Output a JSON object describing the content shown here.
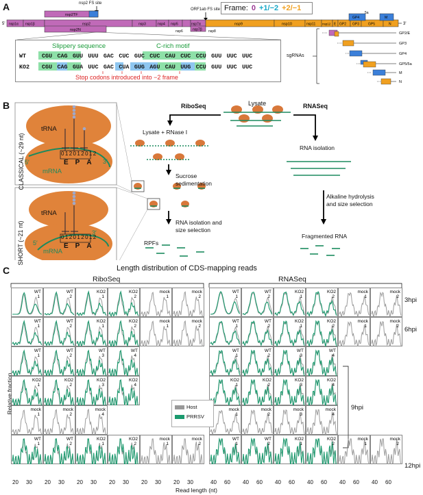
{
  "panels": {
    "a": "A",
    "b": "B",
    "c": "C"
  },
  "genome": {
    "nsp2_fs_site": "nsp2 FS site",
    "orf1ab_fs_site": "ORF1ab FS site",
    "five_prime": "5'",
    "three_prime": "3'",
    "frame_label": "Frame:",
    "frame0": "0",
    "frame1": "+1/−2",
    "frame2": "+2/−1",
    "colors": {
      "frame0": "#c06ab8",
      "frame1": "#3b7fd9",
      "frame2": "#f0a020"
    },
    "genes_top": [
      {
        "label": "nsp2TF"
      },
      {
        "label": "GP4"
      },
      {
        "label": "5a"
      },
      {
        "label": "M"
      }
    ],
    "genes_mid": [
      {
        "label": "nsp1α"
      },
      {
        "label": "nsp1β"
      },
      {
        "label": "nsp2"
      },
      {
        "label": "nsp3"
      },
      {
        "label": "nsp4"
      },
      {
        "label": "nsp5"
      },
      {
        "label": "nsp7α"
      },
      {
        "label": "nsp9"
      },
      {
        "label": "nsp10"
      },
      {
        "label": "nsp11"
      },
      {
        "label": "nsp12"
      },
      {
        "label": "E"
      },
      {
        "label": "GP2"
      },
      {
        "label": "GP3"
      },
      {
        "label": "GP5"
      },
      {
        "label": "N"
      }
    ],
    "genes_bot": [
      {
        "label": "nsp2N"
      },
      {
        "label": "nsp6"
      },
      {
        "label": "nsp7β"
      },
      {
        "label": "nsp8"
      }
    ],
    "sgrna_title": "sgRNAs",
    "sgrnas": [
      "GP2/E",
      "GP3",
      "GP4",
      "GP5/5a",
      "M",
      "N"
    ]
  },
  "inset": {
    "slippery": "Slippery sequence",
    "crich": "C-rich motif",
    "wt_label": "WT",
    "ko2_label": "KO2",
    "wt_seq": [
      "CGU",
      "CAG",
      "GUU",
      "UUU",
      "GAC",
      "CUC",
      "GUC",
      "CUC",
      "CAU",
      "CUC",
      "CCU",
      "GUU",
      "UUC",
      "UUC"
    ],
    "ko2_seq": [
      "CGU",
      "CAG",
      "GUA",
      "UUC",
      "GAC",
      "CUA",
      "GUG",
      "AGU",
      "CAU",
      "UUG",
      "CCU",
      "GUU",
      "UUC",
      "UUC"
    ],
    "stop_note": "Stop codons introduced into −2 frame"
  },
  "schematic": {
    "classical": "CLASSICAL (~29 nt)",
    "short": "SHORT (~21 nt)",
    "trna": "tRNA",
    "mrna": "mRNA",
    "five": "5′",
    "three": "3′",
    "digits": [
      "0",
      "1",
      "2",
      "0",
      "1",
      "2",
      "0",
      "1",
      "2"
    ],
    "sites": [
      "E",
      "P",
      "A"
    ],
    "riboseq": "RiboSeq",
    "rnaseq": "RNASeq",
    "lysate": "Lysate",
    "lysate_rnase": "Lysate + RNase I",
    "sucrose": "Sucrose\nsedimentation",
    "rna_iso_size": "RNA isolation and\nsize selection",
    "rpfs": "RPFs",
    "rna_iso": "RNA isolation",
    "alkaline": "Alkaline hydrolysis\nand size selection",
    "fragmented": "Fragmented RNA"
  },
  "panel_c": {
    "title": "Length distribution of CDS-mapping reads",
    "riboseq": "RiboSeq",
    "rnaseq": "RNASeq",
    "ylabel": "Relative fraction",
    "xlabel": "Read length (nt)",
    "timepoints": [
      "3hpi",
      "6hpi",
      "9hpi",
      "12hpi"
    ],
    "legend": [
      {
        "name": "Host",
        "color": "#999999"
      },
      {
        "name": "PRRSV",
        "color": "#1b9a6e"
      }
    ],
    "xticks_ribo": [
      "20",
      "30"
    ],
    "xticks_rna": [
      "40",
      "60"
    ],
    "ribo_rows": [
      [
        [
          "WT",
          "1"
        ],
        [
          "WT",
          "2"
        ],
        [
          "KO2",
          "1"
        ],
        [
          "KO2",
          "2"
        ],
        [
          "mock",
          "1"
        ],
        [
          "mock",
          "2"
        ]
      ],
      [
        [
          "WT",
          "1"
        ],
        [
          "WT",
          "2"
        ],
        [
          "KO2",
          "1"
        ],
        [
          "KO2",
          "2"
        ],
        [
          "mock",
          "1"
        ],
        [
          "mock",
          "2"
        ]
      ],
      [
        [
          "WT",
          "1"
        ],
        [
          "WT",
          "2"
        ],
        [
          "WT",
          "3"
        ],
        [
          "WT",
          "4"
        ]
      ],
      [
        [
          "KO2",
          "1"
        ],
        [
          "KO2",
          "2"
        ],
        [
          "KO2",
          "3"
        ],
        [
          "KO2",
          "4"
        ]
      ],
      [
        [
          "mock",
          "1"
        ],
        [
          "mock",
          "2"
        ],
        [
          "mock",
          "4"
        ]
      ],
      [
        [
          "WT",
          "1"
        ],
        [
          "WT",
          "2"
        ],
        [
          "KO2",
          "1"
        ],
        [
          "KO2",
          "2"
        ],
        [
          "mock",
          "1"
        ],
        [
          "mock",
          "2"
        ]
      ]
    ],
    "rna_rows": [
      [
        [
          "WT",
          "1"
        ],
        [
          "WT",
          "2"
        ],
        [
          "KO2",
          "1"
        ],
        [
          "KO2",
          "2"
        ],
        [
          "mock",
          "1"
        ],
        [
          "mock",
          "2"
        ]
      ],
      [
        [
          "WT",
          "1"
        ],
        [
          "WT",
          "2"
        ],
        [
          "KO2",
          "1"
        ],
        [
          "KO2",
          "2"
        ],
        [
          "mock",
          "1"
        ],
        [
          "mock",
          "2"
        ]
      ],
      [
        [
          "WT",
          "1"
        ],
        [
          "WT",
          "2"
        ],
        [
          "WT",
          "3"
        ],
        [
          "WT",
          "4"
        ]
      ],
      [
        [
          "KO2",
          "1"
        ],
        [
          "KO2",
          "2"
        ],
        [
          "KO2",
          "3"
        ],
        [
          "KO2",
          "4"
        ]
      ],
      [
        [
          "mock",
          "1"
        ],
        [
          "mock",
          "2"
        ],
        [
          "mock",
          "3"
        ],
        [
          "mock",
          "4"
        ]
      ],
      [
        [
          "WT",
          "1"
        ],
        [
          "WT",
          "2"
        ],
        [
          "KO2",
          "1"
        ],
        [
          "KO2",
          "2"
        ],
        [
          "mock",
          "1"
        ],
        [
          "mock",
          "2"
        ]
      ]
    ]
  }
}
